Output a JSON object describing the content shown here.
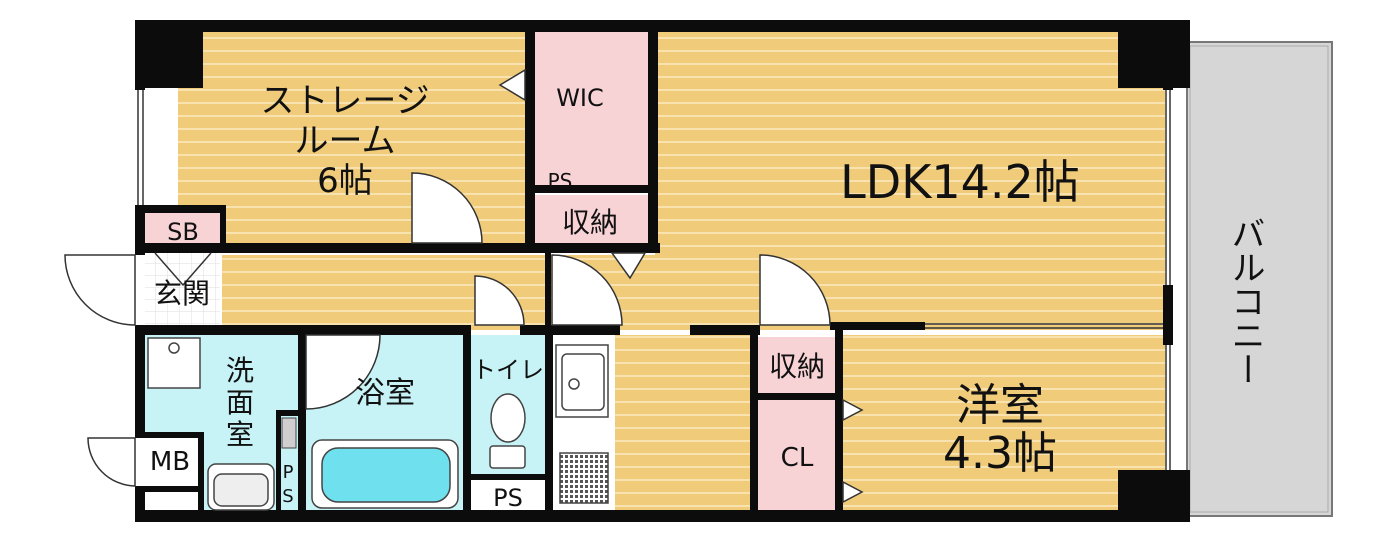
{
  "rooms": {
    "storage": {
      "line1": "ストレージ",
      "line2": "ルーム",
      "line3": "6帖"
    },
    "wic": "WIC",
    "ps_top": "PS",
    "shuno_top": "収納",
    "ldk": "LDK14.2帖",
    "sb": "SB",
    "genkan": "玄関",
    "senmen": {
      "c1": "洗",
      "c2": "面",
      "c3": "室"
    },
    "yokushitsu": "浴室",
    "toilet": "トイレ",
    "ps_toilet": "PS",
    "ps_small": {
      "c1": "P",
      "c2": "S"
    },
    "mb": "MB",
    "shuno_mid": "収納",
    "cl": "CL",
    "yoshitsu": {
      "line1": "洋室",
      "line2": "4.3帖"
    },
    "balcony": "バルコニー"
  },
  "colors": {
    "floor_wood": "#efcb7a",
    "floor_stripe": "#ffffff",
    "storage_pink": "#f7d3d6",
    "wet_area_cyan": "#c8f3f6",
    "balcony_gray": "#d6d6d6",
    "wall": "#0c0c0c",
    "bath_blue": "#6ee0ee"
  }
}
